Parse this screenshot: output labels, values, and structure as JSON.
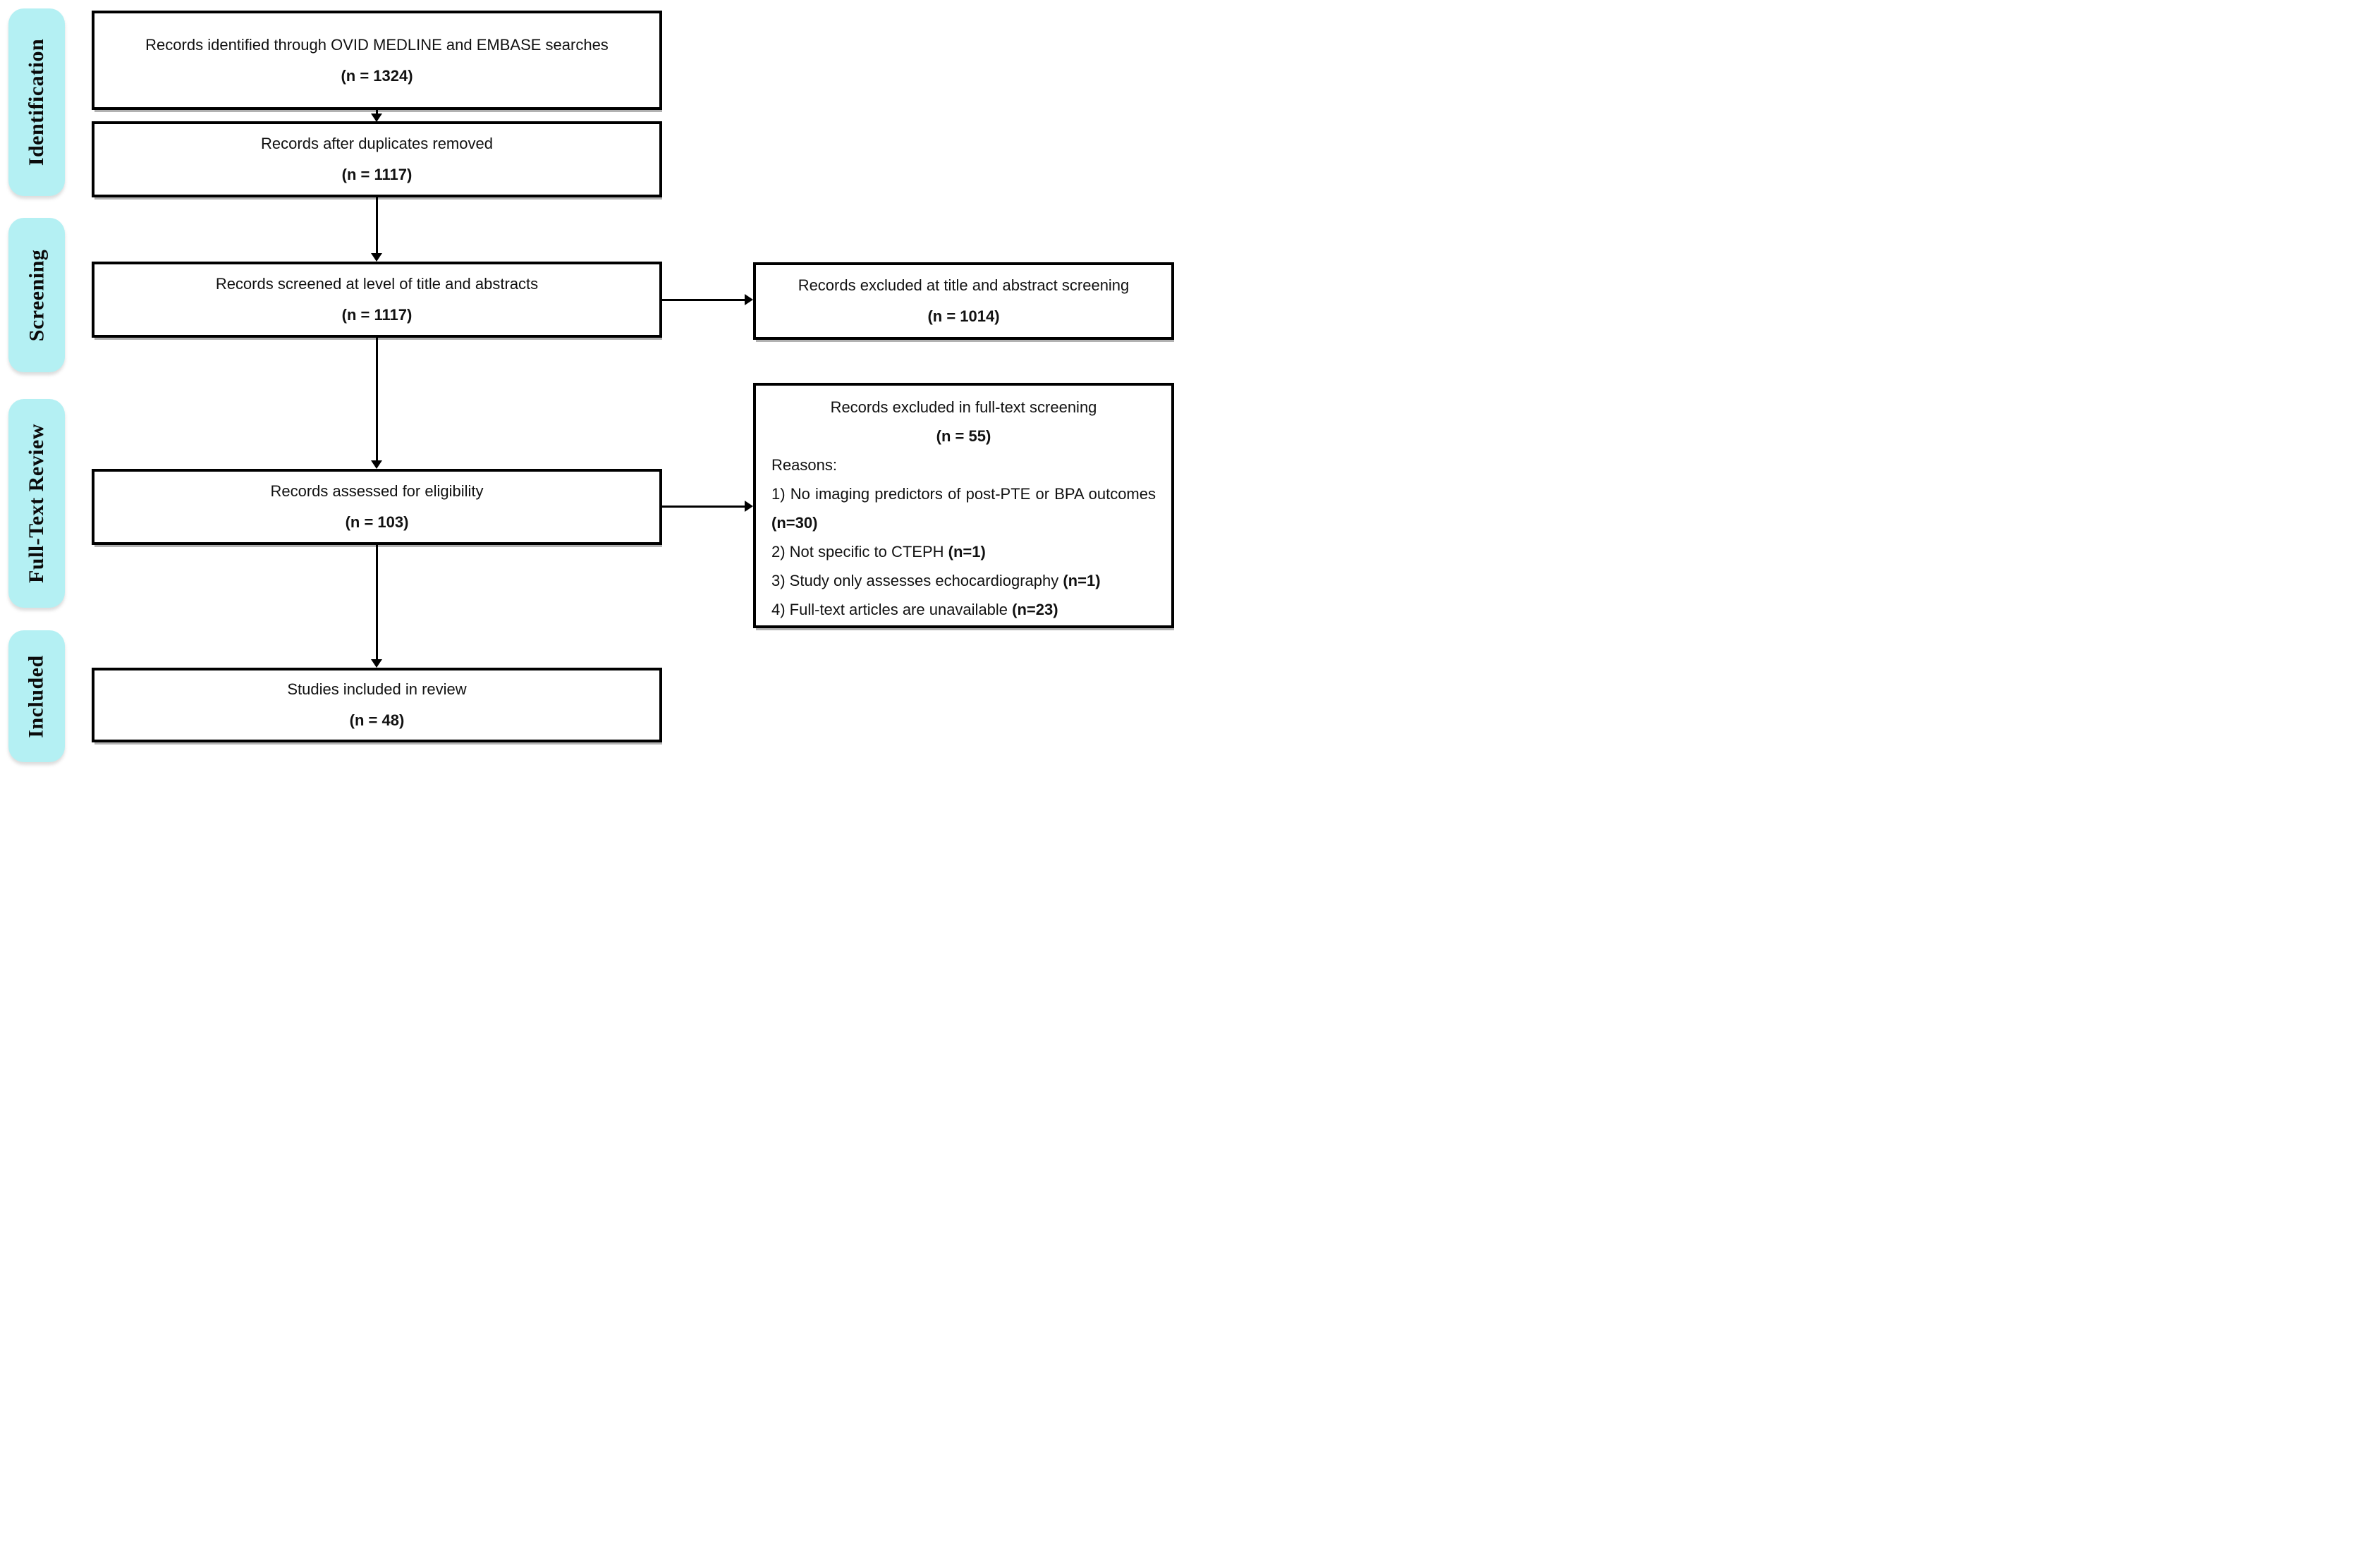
{
  "stages": [
    {
      "label": "Identification"
    },
    {
      "label": "Screening"
    },
    {
      "label": "Full-Text Review"
    },
    {
      "label": "Included"
    }
  ],
  "flow_boxes": [
    {
      "text": "Records identified through OVID MEDLINE and EMBASE searches",
      "n": "(n = 1324)"
    },
    {
      "text": "Records after duplicates removed",
      "n": "(n = 1117)"
    },
    {
      "text": "Records screened at level of title and abstracts",
      "n": "(n = 1117)"
    },
    {
      "text": "Records assessed for eligibility",
      "n": "(n = 103)"
    },
    {
      "text": "Studies included in review",
      "n": "(n = 48)"
    }
  ],
  "exclusion_boxes": [
    {
      "text": "Records excluded at title and abstract screening",
      "n": "(n = 1014)"
    },
    {
      "title": "Records excluded in full-text screening",
      "n": "(n = 55)",
      "reasons_heading": "Reasons:",
      "reasons": [
        {
          "text": "1) No imaging predictors of post-PTE or BPA outcomes ",
          "n": "(n=30)"
        },
        {
          "text": "2) Not specific to CTEPH ",
          "n": "(n=1)"
        },
        {
          "text": "3) Study only assesses echocardiography ",
          "n": "(n=1)"
        },
        {
          "text": "4) Full-text articles are unavailable ",
          "n": "(n=23)"
        }
      ]
    }
  ],
  "colors": {
    "stage_fill": "#b4f0f3",
    "box_border": "#000000",
    "text": "#111111",
    "background": "#ffffff"
  }
}
